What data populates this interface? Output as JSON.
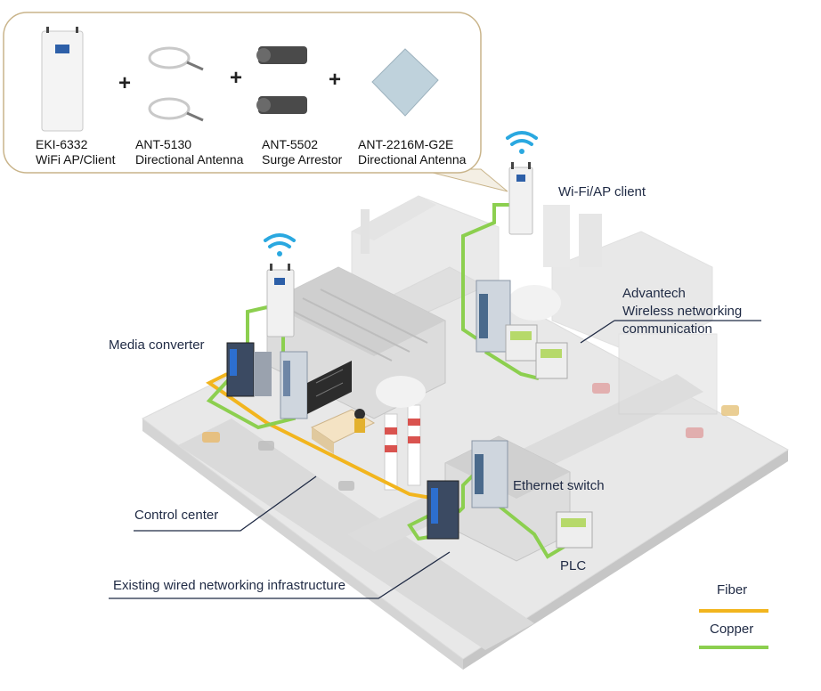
{
  "products": [
    {
      "model": "EKI-6332",
      "desc": "WiFi AP/Client"
    },
    {
      "model": "ANT-5130",
      "desc": "Directional Antenna"
    },
    {
      "model": "ANT-5502",
      "desc": "Surge Arrestor"
    },
    {
      "model": "ANT-2216M-G2E",
      "desc": "Directional Antenna"
    }
  ],
  "plus_sign": "+",
  "labels": {
    "wifi_ap_client": "Wi-Fi/AP client",
    "advantech_line1": "Advantech",
    "advantech_line2": "Wireless networking",
    "advantech_line3": "communication",
    "media_converter": "Media converter",
    "ethernet_switch": "Ethernet switch",
    "control_center": "Control center",
    "plc": "PLC",
    "existing_wired": "Existing wired networking infrastructure"
  },
  "legend": {
    "fiber": {
      "label": "Fiber",
      "color": "#f2b51e"
    },
    "copper": {
      "label": "Copper",
      "color": "#8ccf4f"
    }
  },
  "colors": {
    "panel_border": "#c9b48a",
    "wifi": "#2aa8e0",
    "ground": "#e6e6e6"
  }
}
